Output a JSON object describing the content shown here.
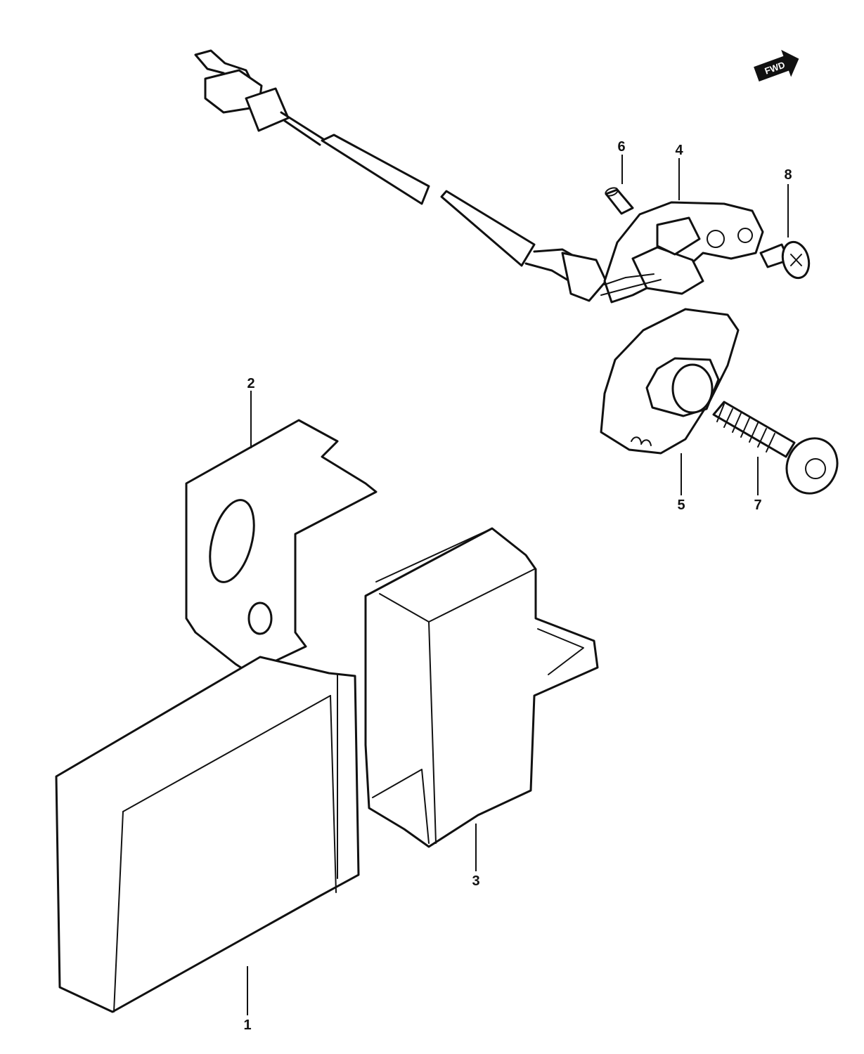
{
  "callouts": [
    {
      "id": "1",
      "label": "1"
    },
    {
      "id": "2",
      "label": "2"
    },
    {
      "id": "3",
      "label": "3"
    },
    {
      "id": "4",
      "label": "4"
    },
    {
      "id": "5",
      "label": "5"
    },
    {
      "id": "6",
      "label": "6"
    },
    {
      "id": "7",
      "label": "7"
    },
    {
      "id": "8",
      "label": "8"
    }
  ],
  "direction_marker": {
    "label": "FWD",
    "icon": "forward-arrow-icon"
  }
}
